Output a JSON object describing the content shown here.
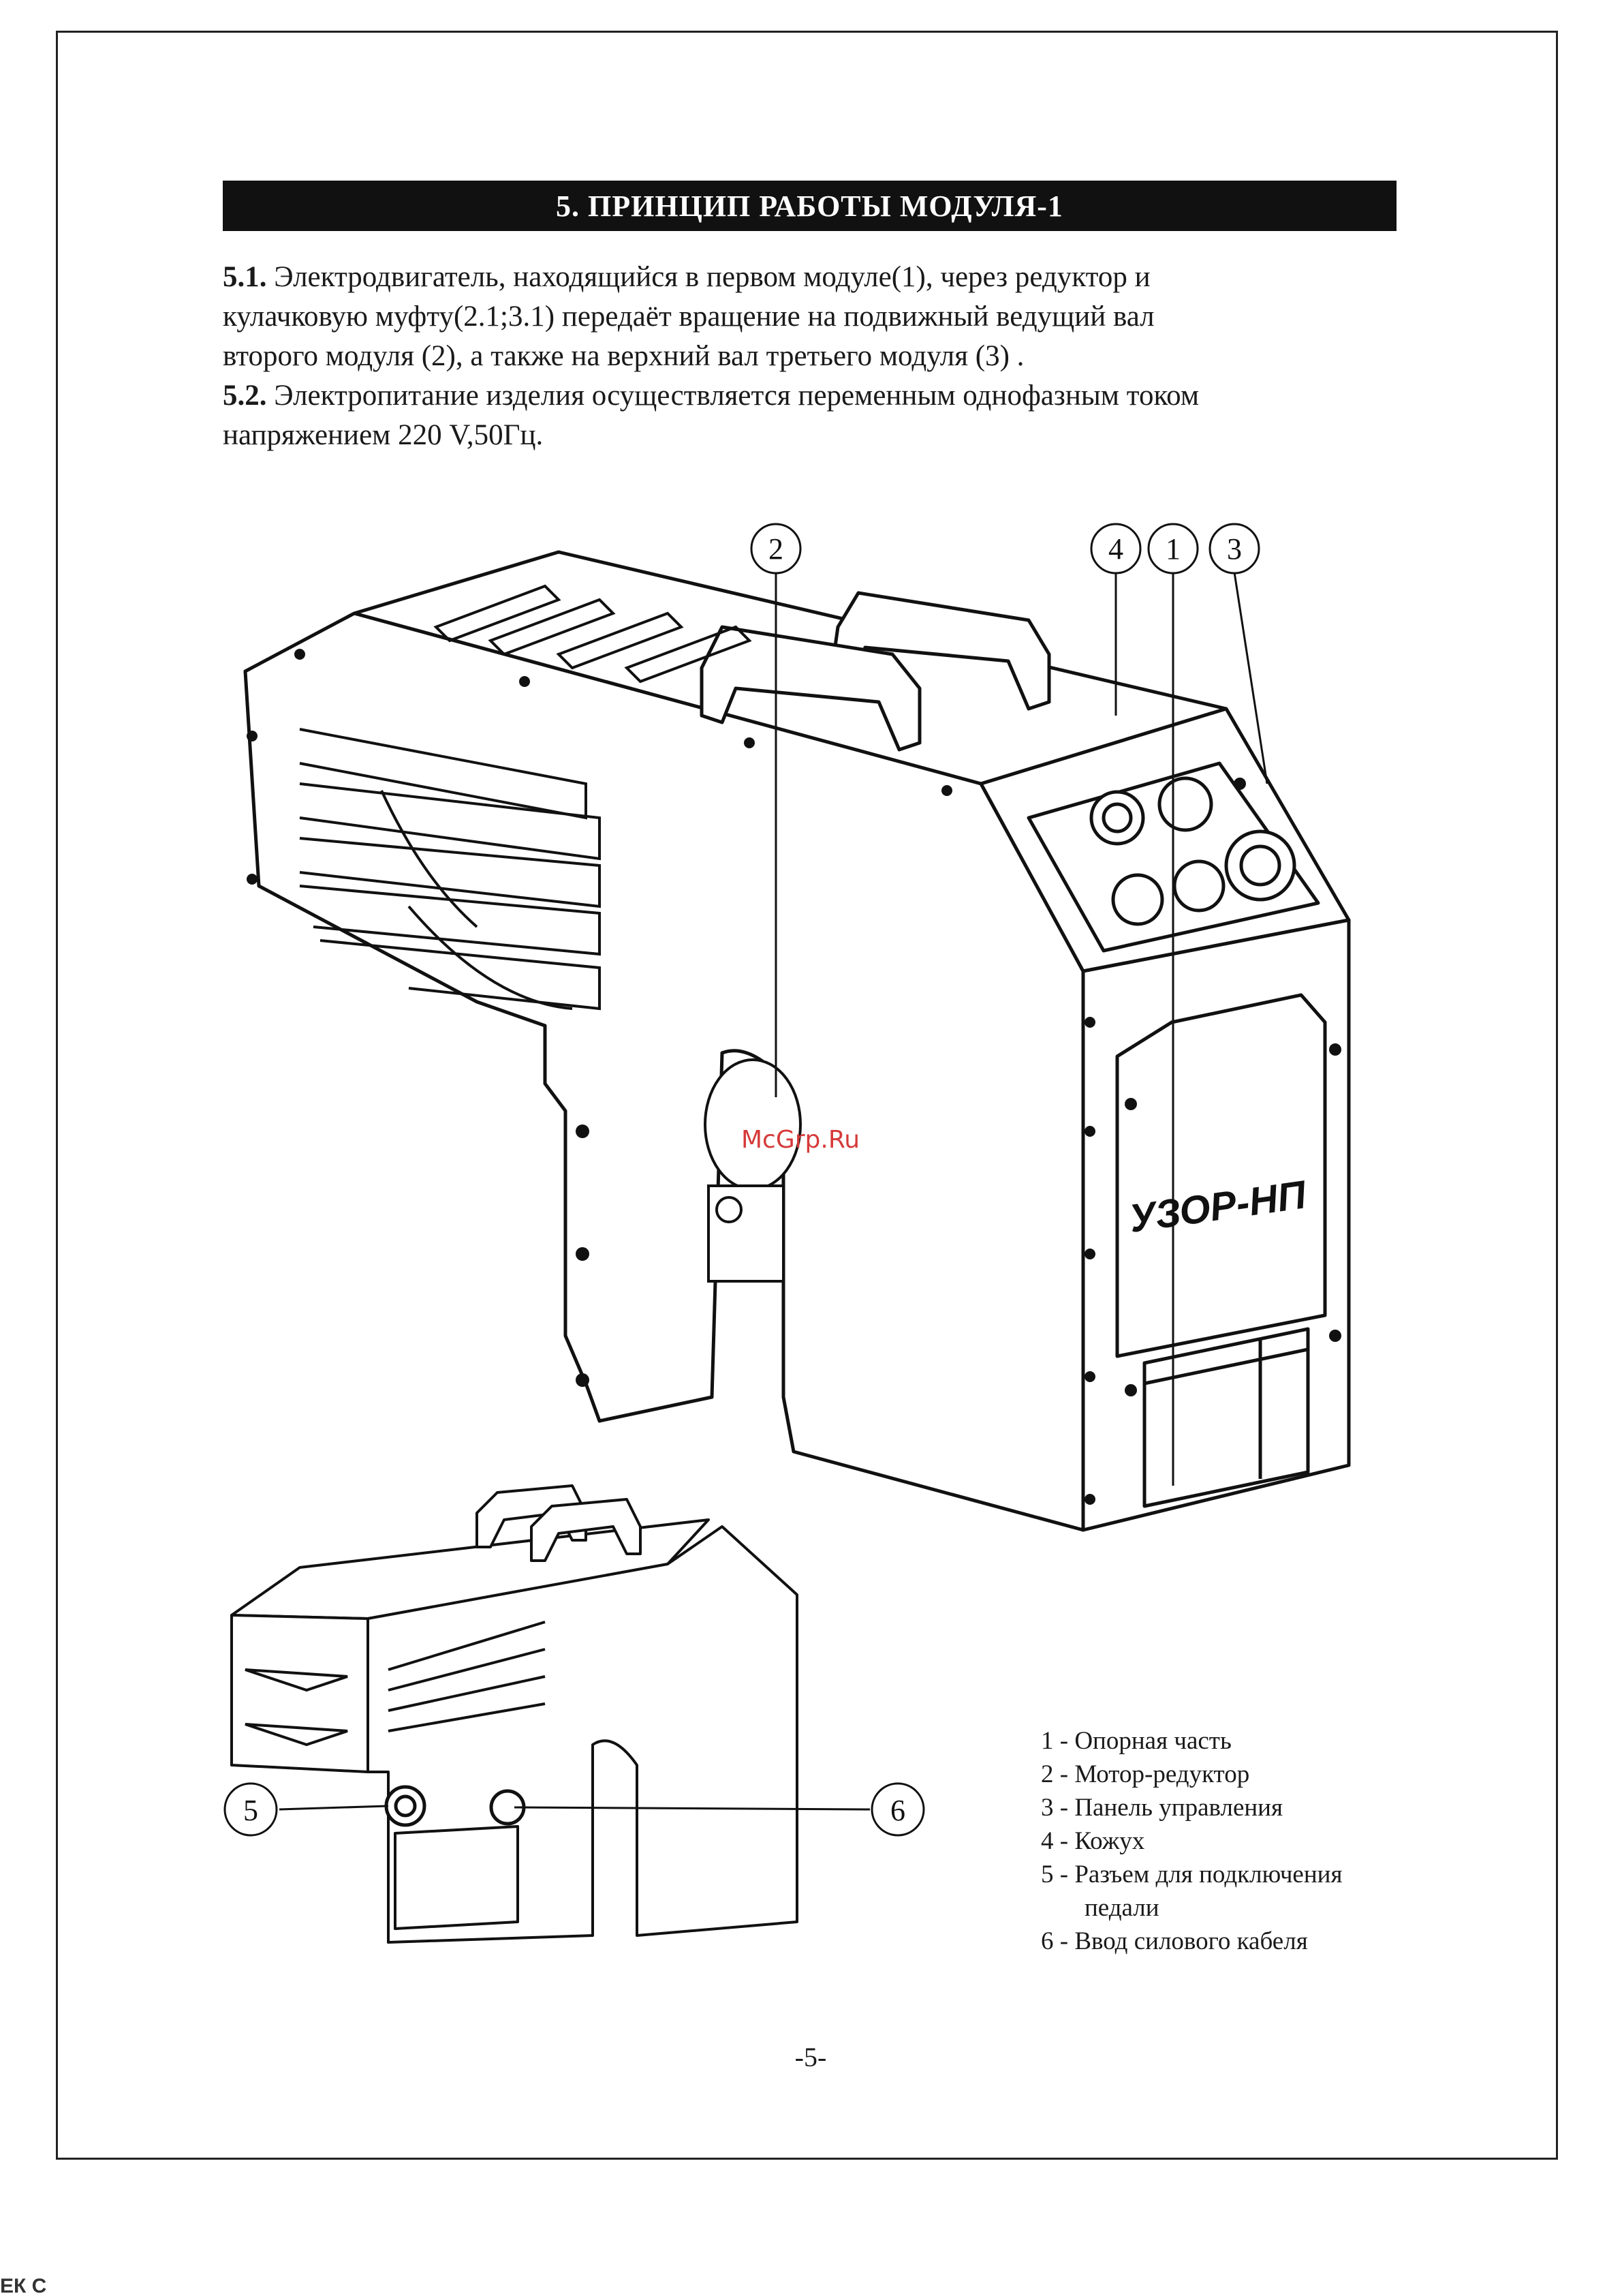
{
  "section_title": "5. ПРИНЦИП РАБОТЫ МОДУЛЯ-1",
  "paragraphs": [
    {
      "num": "5.1.",
      "line1": " Электродвигатель, находящийся в  первом модуле(1), через редуктор и",
      "line2": "кулачковую муфту(2.1;3.1)  передаёт вращение на подвижный ведущий вал",
      "line3": "второго модуля (2), а также на верхний вал третьего модуля (3) ."
    },
    {
      "num": "5.2.",
      "line1": " Электропитание изделия осуществляется переменным однофазным током",
      "line2": "напряжением 220 V,50Гц."
    }
  ],
  "callouts_main": [
    "2",
    "4",
    "1",
    "3"
  ],
  "callouts_small": [
    "5",
    "6"
  ],
  "device_label": "УЗОР-НП",
  "legend": [
    "1 - Опорная часть",
    "2 - Мотор-редуктор",
    "3 - Панель управления",
    "4 - Кожух",
    "5 - Разъем для подключения",
    "педали",
    "6 - Ввод силового кабеля"
  ],
  "page_number": "-5-",
  "watermark": "McGrp.Ru",
  "bottom_fragment": "ЕК С"
}
